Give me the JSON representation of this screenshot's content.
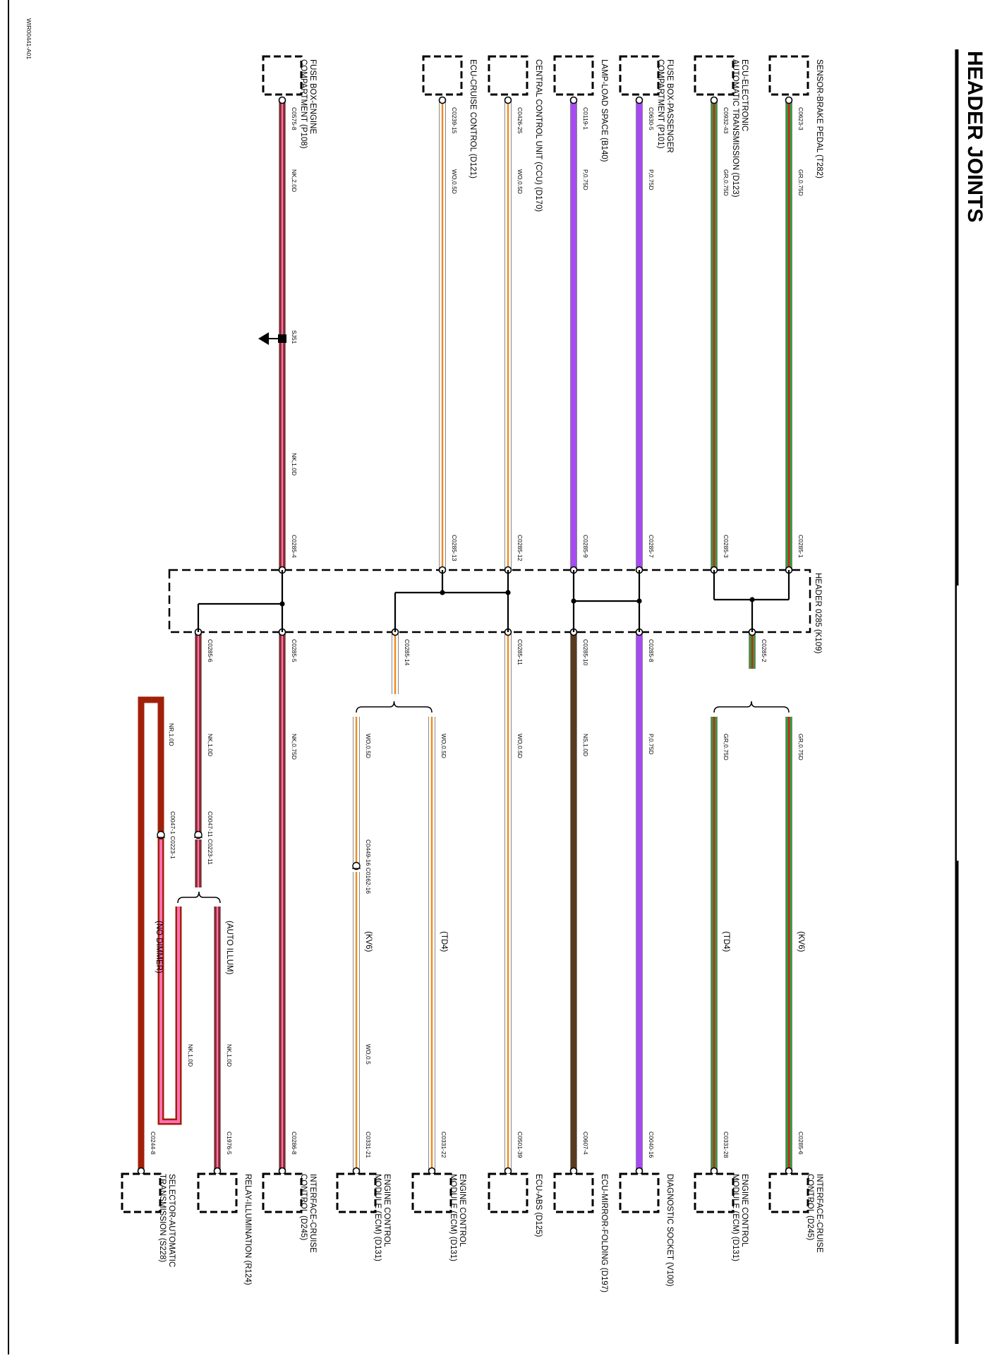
{
  "doc_id": "WIR00441-A01",
  "title": "HEADER JOINTS",
  "header": {
    "label": "HEADER 0285 (K109)"
  },
  "wire_colors": {
    "GR": [
      "#2e9e3a",
      "#e01a1a"
    ],
    "P": [
      "#a64bf4"
    ],
    "WO": [
      "#ffffff",
      "#ee8a1e"
    ],
    "NK": [
      "#8a2a2a",
      "#ff6fb5"
    ],
    "NS": [
      "#5a3a1e"
    ],
    "NR": [
      "#a0200a"
    ]
  },
  "top_components": [
    {
      "name": [
        "SENSOR-BRAKE PEDAL (T282)"
      ],
      "pin": "C0623-3",
      "wire": "GR,0.75D",
      "header_pin": "C0285-1"
    },
    {
      "name": [
        "ECU-ELECTRONIC",
        "AUTOMATIC TRANSMISSION (D123)"
      ],
      "pin": "C0932-43",
      "wire": "GR,0.75D",
      "header_pin": "C0285-3"
    },
    {
      "name": [
        "FUSE BOX-PASSENGER",
        "COMPARTMENT (P101)"
      ],
      "pin": "C0630-5",
      "wire": "P,0.75D",
      "header_pin": "C0285-7"
    },
    {
      "name": [
        "LAMP-LOAD SPACE (B140)"
      ],
      "pin": "C0119-1",
      "wire": "P,0.75D",
      "header_pin": "C0285-9"
    },
    {
      "name": [
        "CENTRAL CONTROL UNIT (CCU) (D170)"
      ],
      "pin": "C0426-25",
      "wire": "WO,0.5D",
      "header_pin": "C0285-12"
    },
    {
      "name": [
        "ECU-CRUISE CONTROL (D121)"
      ],
      "pin": "C0239-15",
      "wire": "WO,0.5D",
      "header_pin": "C0285-13"
    },
    {
      "name": [
        "FUSE BOX-ENGINE",
        "COMPARTMENT (P108)"
      ],
      "pin": "C0575-8",
      "wire": "NK,2.0D",
      "wire2": "NK,1.0D",
      "splice": "SJ51",
      "header_pin": "C0285-4"
    }
  ],
  "header_outputs": [
    {
      "pin": "C0285-2"
    },
    {
      "pin": "C0285-8",
      "wire": "P,0.75D"
    },
    {
      "pin": "C0285-10",
      "wire": "NS,1.0D"
    },
    {
      "pin": "C0285-11",
      "wire": "WO,0.5D"
    },
    {
      "pin": "C0285-14"
    },
    {
      "pin": "C0285-5",
      "wire": "NK,0.75D"
    },
    {
      "pin": "C0285-6",
      "wire": "NK,1.0D"
    }
  ],
  "bottom_components": [
    {
      "name": [
        "INTERFACE-CRUISE",
        "CONTROL (D245)"
      ],
      "pin": "C0285-6",
      "wire": "GR,0.75D",
      "option": "(KV6)"
    },
    {
      "name": [
        "ENGINE CONTROL",
        "MODULE (ECM) (D131)"
      ],
      "pin": "C0331-28",
      "wire": "GR,0.75D",
      "option": "(TD4)"
    },
    {
      "name": [
        "DIAGNOSTIC SOCKET (V100)"
      ],
      "pin": "C0040-16"
    },
    {
      "name": [
        "ECU-MIRROR-FOLDING (D197)"
      ],
      "pin": "C0607-4"
    },
    {
      "name": [
        "ECU-ABS (D125)"
      ],
      "pin": "C0501-39"
    },
    {
      "name": [
        "ENGINE CONTROL",
        "MODULE (ECM) (D131)"
      ],
      "pin": "C0331-22",
      "wire": "WO,0.5D",
      "option": "(TD4)"
    },
    {
      "name": [
        "ENGINE CONTROL",
        "MODULE (ECM) (D131)"
      ],
      "pin": "C0331-21",
      "wire": "WO,0.5D",
      "wire2": "WO,0.5",
      "option": "(KV6)",
      "inline": "C0449-16 C0162-16"
    },
    {
      "name": [
        "INTERFACE-CRUISE",
        "CONTROL (D245)"
      ],
      "pin": "C0286-8"
    },
    {
      "name": [
        "RELAY-ILLUMINATION (R124)"
      ],
      "pin": "C1976-5",
      "wire": "NK,1.0D",
      "option": "(AUTO ILLUM)",
      "inline": "C0047-11 C0223-11"
    },
    {
      "name": [
        "SELECTOR-AUTOMATIC",
        "TRANSMISSION (S228)"
      ],
      "pin": "C0244-8",
      "wire": "NK,1.0D",
      "wire_loop": "NR,1.0D",
      "option": "(NO DIMMER)",
      "inline": "C0047-1 C0223-1"
    }
  ]
}
